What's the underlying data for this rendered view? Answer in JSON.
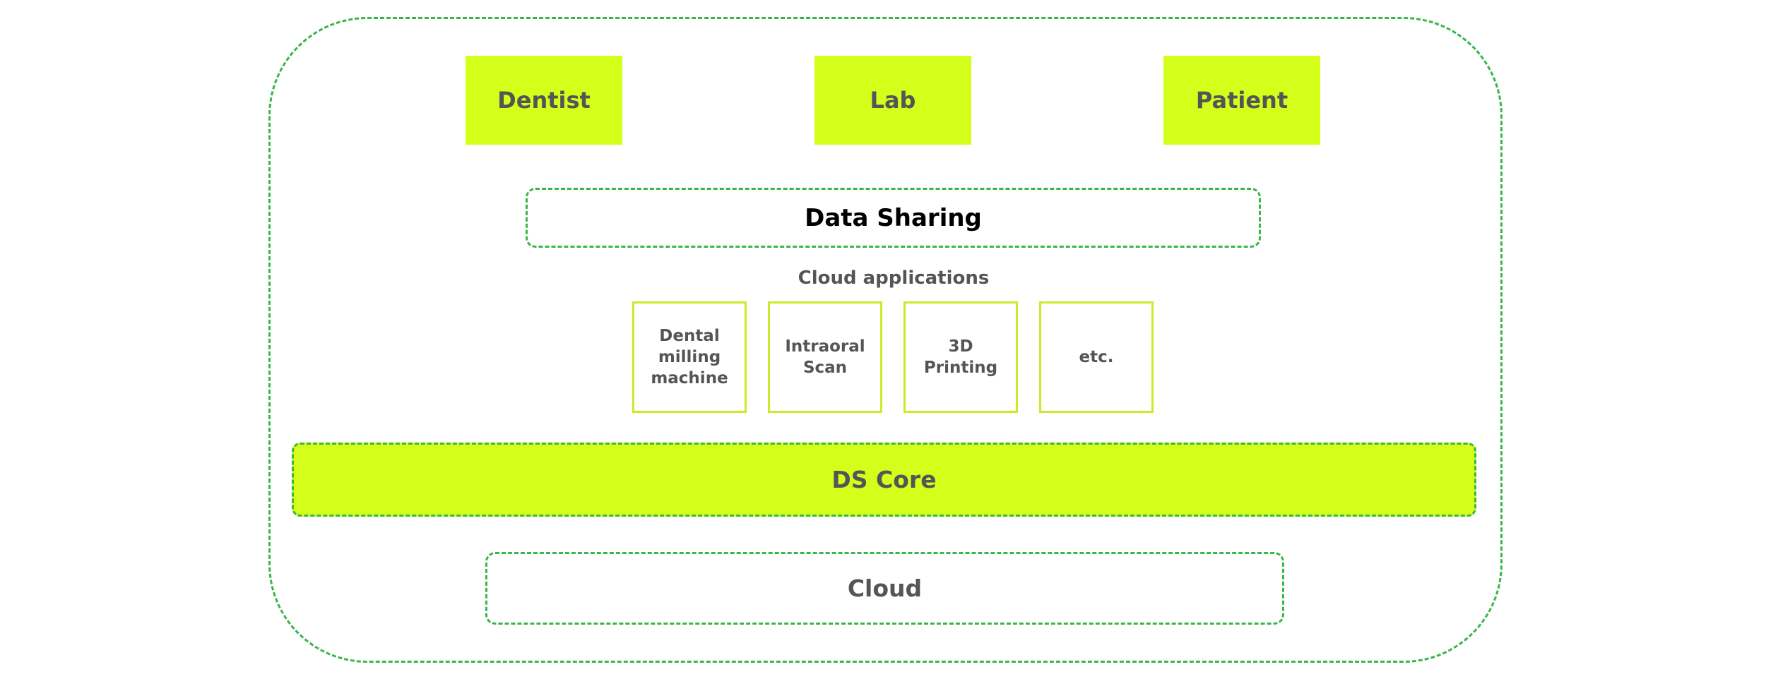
{
  "colors": {
    "accent_fill": "#d4ff1a",
    "dashed_border": "#3bb54a",
    "app_border": "#cfe82a",
    "text_gray": "#555555",
    "text_black": "#000000"
  },
  "actors": [
    {
      "label": "Dentist"
    },
    {
      "label": "Lab"
    },
    {
      "label": "Patient"
    }
  ],
  "data_sharing": {
    "label": "Data Sharing"
  },
  "cloud_applications": {
    "label": "Cloud applications",
    "items": [
      {
        "label": "Dental\nmilling\nmachine"
      },
      {
        "label": "Intraoral\nScan"
      },
      {
        "label": "3D\nPrinting"
      },
      {
        "label": "etc."
      }
    ]
  },
  "ds_core": {
    "label": "DS Core"
  },
  "cloud": {
    "label": "Cloud"
  }
}
